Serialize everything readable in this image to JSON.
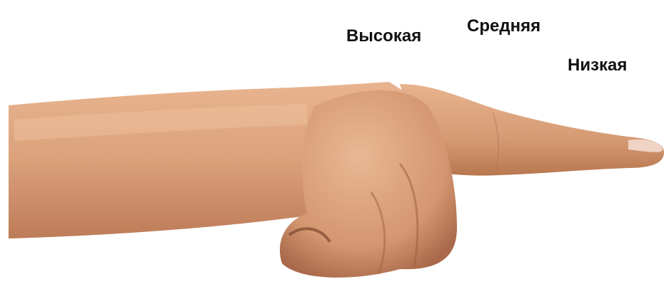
{
  "labels": {
    "high": "Высокая",
    "medium": "Средняя",
    "low": "Низкая"
  },
  "colors": {
    "high": "#3fe62a",
    "medium": "#8b2a63",
    "low": "#2a2a9a",
    "skin_base": "#d9a27a",
    "skin_shadow": "#b4734c",
    "nail": "#efd3c4"
  }
}
